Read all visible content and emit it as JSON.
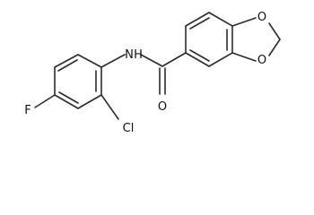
{
  "molecule": {
    "atom_labels": {
      "nh": "N",
      "h": "H",
      "o_carbonyl": "O",
      "o_ring_top": "O",
      "o_ring_bottom": "O",
      "cl": "Cl",
      "f": "F"
    }
  }
}
